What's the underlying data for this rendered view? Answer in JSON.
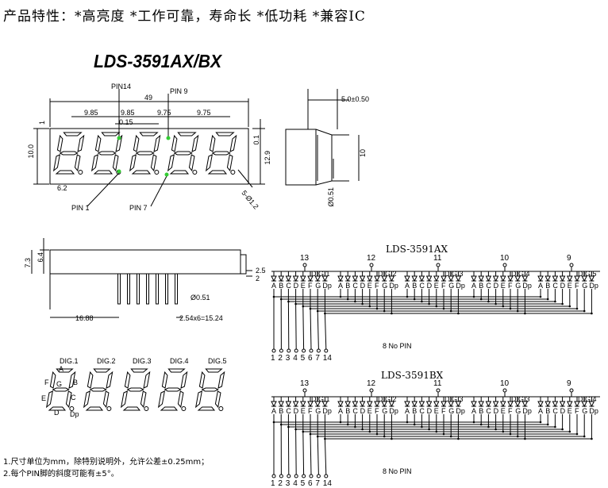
{
  "banner": "产品特性：*高亮度 *工作可靠，寿命长 *低功耗 *兼容IC",
  "model_title": "LDS-3591AX/BX",
  "front_view": {
    "pin14": "PIN14",
    "pin9": "PIN 9",
    "width": "49",
    "d1": "9.85",
    "d2": "9.85",
    "d3": "9.75",
    "d4": "9.75",
    "d5": "0.15",
    "height": "10.0",
    "total_height": "12.9",
    "top_gap": "1",
    "side_gap": "0.1",
    "tilt": "6.2",
    "hole": "5-Ø1.2",
    "pin1": "PIN 1",
    "pin7": "PIN 7"
  },
  "side_view": {
    "thickness": "5.0±0.50",
    "height": "10",
    "pin_dia": "Ø0.51"
  },
  "bottom_view": {
    "h1": "7.3",
    "h2": "6.4",
    "right1": "2.5",
    "right2": "2",
    "pin_dia": "Ø0.51",
    "offset": "16.88",
    "pitch": "2.54x6=15.24"
  },
  "digit_view": {
    "digits": [
      "DIG.1",
      "DIG.2",
      "DIG.3",
      "DIG.4",
      "DIG.5"
    ],
    "segments": [
      "A",
      "B",
      "C",
      "D",
      "E",
      "F",
      "G",
      "Dp"
    ]
  },
  "circuit_ax": {
    "title": "LDS-3591AX",
    "pins_top": [
      "13",
      "12",
      "11",
      "10",
      "9"
    ],
    "digs": [
      "DIG.1",
      "DIG.2",
      "DIG.3",
      "DIG.4",
      "DIG.5"
    ],
    "seg_labels": [
      "A",
      "B",
      "C",
      "D",
      "E",
      "F",
      "G",
      "Dp"
    ],
    "pins_bottom": [
      "1",
      "2",
      "3",
      "4",
      "5",
      "6",
      "7",
      "14"
    ],
    "no_pin": "8 No PIN"
  },
  "circuit_bx": {
    "title": "LDS-3591BX",
    "pins_top": [
      "13",
      "12",
      "11",
      "10",
      "9"
    ],
    "digs": [
      "DIG.1",
      "DIG.2",
      "DIG.3",
      "DIG.3",
      "DIG.4"
    ],
    "seg_labels": [
      "A",
      "B",
      "C",
      "D",
      "E",
      "F",
      "G",
      "Dp"
    ],
    "pins_bottom": [
      "1",
      "2",
      "3",
      "4",
      "5",
      "6",
      "7",
      "14"
    ],
    "no_pin": "8 No PIN"
  },
  "notes": [
    "1.尺寸单位为mm，除特别说明外，允许公差±0.25mm；",
    "2.每个PIN脚的斜度可能有±5°。"
  ],
  "colors": {
    "line": "#000000",
    "pin_marker": "#33cc33"
  }
}
